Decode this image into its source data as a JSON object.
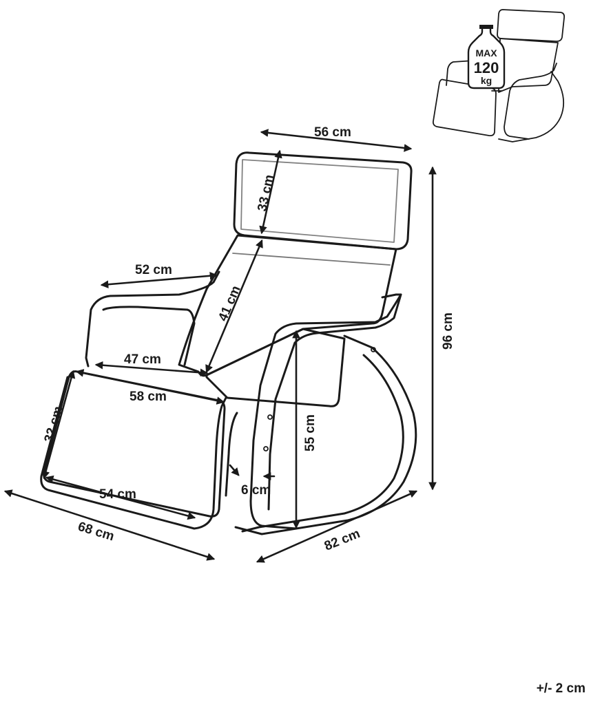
{
  "dimensions": {
    "headrest_width": "56 cm",
    "headrest_height": "33 cm",
    "armrest_length": "52 cm",
    "backrest_height": "41 cm",
    "seat_width": "47 cm",
    "seat_depth": "58 cm",
    "footrest_depth": "32 cm",
    "footrest_width": "54 cm",
    "frame_thickness": "6 cm",
    "seat_height": "55 cm",
    "total_height": "96 cm",
    "total_width": "68 cm",
    "total_depth": "82 cm"
  },
  "max_load": {
    "top": "MAX",
    "value": "120",
    "unit": "kg"
  },
  "tolerance": "+/- 2 cm"
}
